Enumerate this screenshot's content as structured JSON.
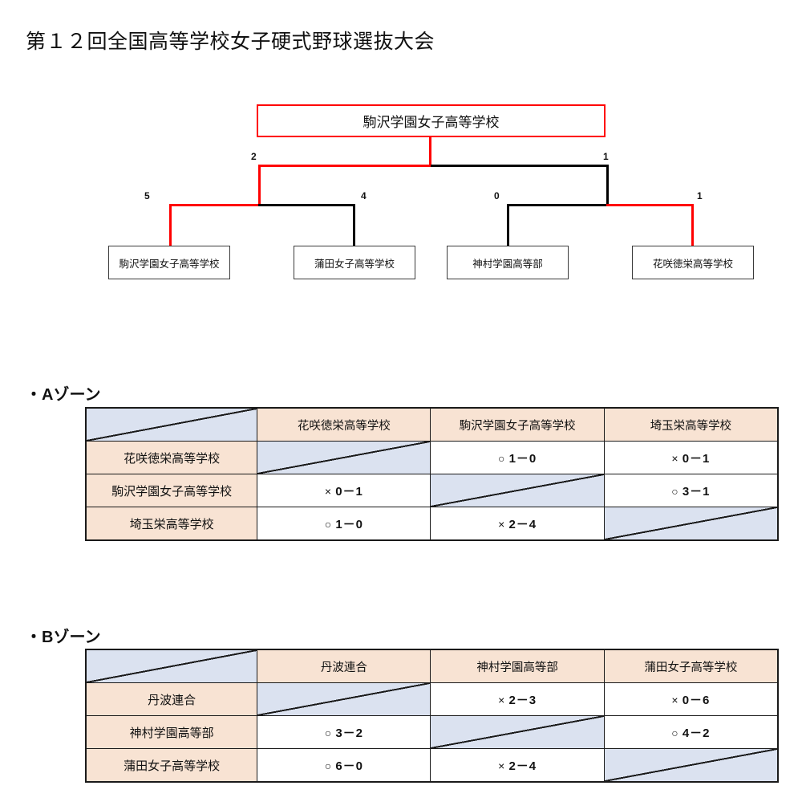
{
  "title": "第１２回全国高等学校女子硬式野球選抜大会",
  "bracket": {
    "champion": "駒沢学園女子高等学校",
    "final": {
      "left_score": "2",
      "right_score": "1"
    },
    "semifinals": [
      {
        "left_score": "5",
        "right_score": "4"
      },
      {
        "left_score": "0",
        "right_score": "1"
      }
    ],
    "teams": [
      "駒沢学園女子高等学校",
      "蒲田女子高等学校",
      "神村学園高等部",
      "花咲徳栄高等学校"
    ],
    "winner_color": "#ff0000",
    "line_color": "#000000"
  },
  "zones": [
    {
      "label": "・Aゾーン",
      "columns": [
        "花咲徳栄高等学校",
        "駒沢学園女子高等学校",
        "埼玉栄高等学校"
      ],
      "rows": [
        {
          "name": "花咲徳栄高等学校",
          "cells": [
            {
              "type": "diagonal",
              "mark": "",
              "score": ""
            },
            {
              "type": "result",
              "mark": "○",
              "score": "1－0"
            },
            {
              "type": "result",
              "mark": "×",
              "score": "0－1"
            }
          ]
        },
        {
          "name": "駒沢学園女子高等学校",
          "cells": [
            {
              "type": "result",
              "mark": "×",
              "score": "0－1"
            },
            {
              "type": "diagonal",
              "mark": "",
              "score": ""
            },
            {
              "type": "result",
              "mark": "○",
              "score": "3－1"
            }
          ]
        },
        {
          "name": "埼玉栄高等学校",
          "cells": [
            {
              "type": "result",
              "mark": "○",
              "score": "1－0"
            },
            {
              "type": "result",
              "mark": "×",
              "score": "2－4"
            },
            {
              "type": "diagonal",
              "mark": "",
              "score": ""
            }
          ]
        }
      ]
    },
    {
      "label": "・Bゾーン",
      "columns": [
        "丹波連合",
        "神村学園高等部",
        "蒲田女子高等学校"
      ],
      "rows": [
        {
          "name": "丹波連合",
          "cells": [
            {
              "type": "diagonal",
              "mark": "",
              "score": ""
            },
            {
              "type": "result",
              "mark": "×",
              "score": "2－3"
            },
            {
              "type": "result",
              "mark": "×",
              "score": "0－6"
            }
          ]
        },
        {
          "name": "神村学園高等部",
          "cells": [
            {
              "type": "result",
              "mark": "○",
              "score": "3－2"
            },
            {
              "type": "diagonal",
              "mark": "",
              "score": ""
            },
            {
              "type": "result",
              "mark": "○",
              "score": "4－2"
            }
          ]
        },
        {
          "name": "蒲田女子高等学校",
          "cells": [
            {
              "type": "result",
              "mark": "○",
              "score": "6－0"
            },
            {
              "type": "result",
              "mark": "×",
              "score": "2－4"
            },
            {
              "type": "diagonal",
              "mark": "",
              "score": ""
            }
          ]
        }
      ]
    }
  ],
  "colors": {
    "header_fill": "#f8e3d3",
    "diagonal_fill": "#dbe2f0",
    "border": "#1a1a1a",
    "winner": "#ff0000"
  }
}
